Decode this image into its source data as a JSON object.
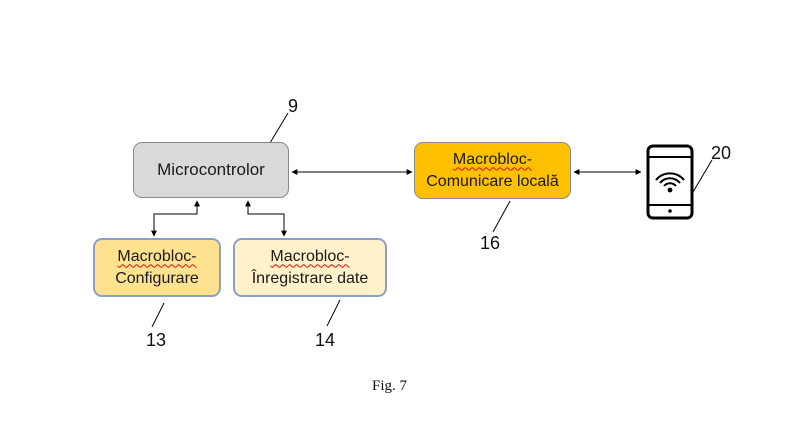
{
  "diagram": {
    "nodes": {
      "microcontroller": {
        "label": "Microcontrolor",
        "color": "#d9d9d9",
        "border": "#8a8a8a"
      },
      "config": {
        "line1": "Macrobloc-",
        "line2": "Configurare",
        "color": "#ffe28f",
        "border": "#8aa0c8"
      },
      "record": {
        "line1": "Macrobloc-",
        "line2": "Înregistrare date",
        "color": "#fff1c9",
        "border": "#8aa0c8"
      },
      "comm": {
        "line1": "Macrobloc-",
        "line2": "Comunicare locală",
        "color": "#ffc000",
        "border": "#8a8a8a"
      }
    },
    "device": {
      "icon": "smartphone-wifi-icon"
    },
    "reference_numbers": {
      "microcontroller": "9",
      "config": "13",
      "record": "14",
      "comm": "16",
      "device": "20"
    },
    "caption": "Fig. 7"
  }
}
